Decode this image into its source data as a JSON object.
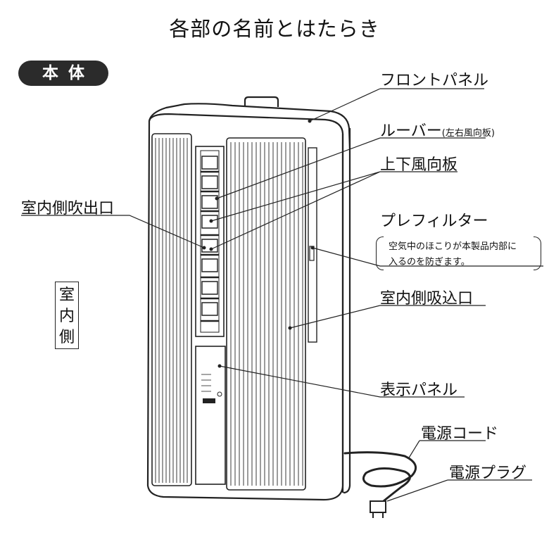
{
  "title": "各部の名前とはたらき",
  "badge": "本体",
  "side_label": [
    "室",
    "内",
    "側"
  ],
  "parts": {
    "front_panel": "フロントパネル",
    "louver": "ルーバー",
    "louver_note": "(左右風向板)",
    "vertical_vane": "上下風向板",
    "indoor_outlet": "室内側吹出口",
    "prefilter": "プレフィルター",
    "prefilter_note_1": "空気中のほこりが本製品内部に",
    "prefilter_note_2": "入るのを防ぎます。",
    "indoor_intake": "室内側吸込口",
    "display_panel": "表示パネル",
    "power_cord": "電源コード",
    "power_plug": "電源プラグ"
  }
}
